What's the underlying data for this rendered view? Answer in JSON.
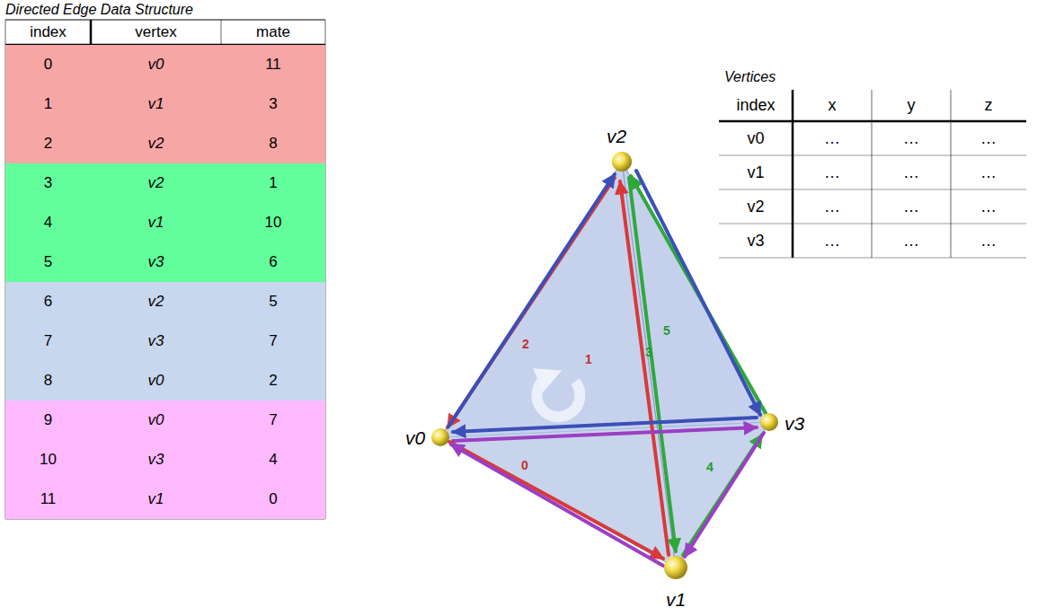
{
  "diagram": {
    "labels": [
      "Directed Edge Data Structure",
      "index",
      "vertex",
      "mate",
      "0",
      "v0",
      "11",
      "1",
      "v1",
      "3",
      "2",
      "v2",
      "8",
      "3",
      "v2",
      "1",
      "4",
      "v1",
      "10",
      "5",
      "v3",
      "6",
      "6",
      "v2",
      "5",
      "7",
      "v3",
      "7",
      "8",
      "v0",
      "2",
      "9",
      "v0",
      "7",
      "10",
      "v3",
      "4",
      "11",
      "v1",
      "0",
      "Vertices",
      "index",
      "x",
      "y",
      "z",
      "v0",
      "…",
      "…",
      "…",
      "v1",
      "…",
      "…",
      "…",
      "v2",
      "…",
      "…",
      "…",
      "v3",
      "…",
      "…",
      "…",
      "v2",
      "v0",
      "v3",
      "v1",
      "2",
      "1",
      "3",
      "5",
      "0",
      "4"
    ]
  }
}
